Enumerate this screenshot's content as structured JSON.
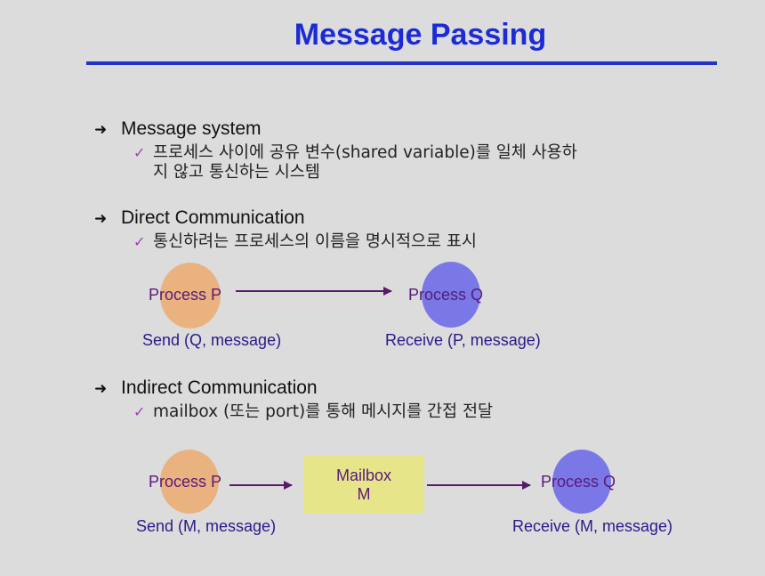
{
  "title": "Message Passing",
  "sections": [
    {
      "heading": "Message system",
      "points": [
        "프로세스 사이에 공유 변수(shared variable)를 일체 사용하",
        "지 않고 통신하는 시스템"
      ]
    },
    {
      "heading": "Direct Communication",
      "points": [
        "통신하려는 프로세스의 이름을 명시적으로 표시"
      ]
    },
    {
      "heading": "Indirect Communication",
      "points": [
        "mailbox (또는 port)를 통해 메시지를 간접 전달"
      ]
    }
  ],
  "direct": {
    "sender": "Process P",
    "receiver": "Process Q",
    "send_caption": "Send (Q, message)",
    "receive_caption": "Receive (P, message)"
  },
  "indirect": {
    "sender": "Process P",
    "receiver": "Process Q",
    "mailbox_line1": "Mailbox",
    "mailbox_line2": "M",
    "send_caption": "Send (M, message)",
    "receive_caption": "Receive (M, message)"
  },
  "colors": {
    "title": "#1c2bd6",
    "sender_node": "#eab27e",
    "receiver_node": "#7a78e6",
    "mailbox": "#e7e58a",
    "arrow": "#5a1a6a"
  }
}
